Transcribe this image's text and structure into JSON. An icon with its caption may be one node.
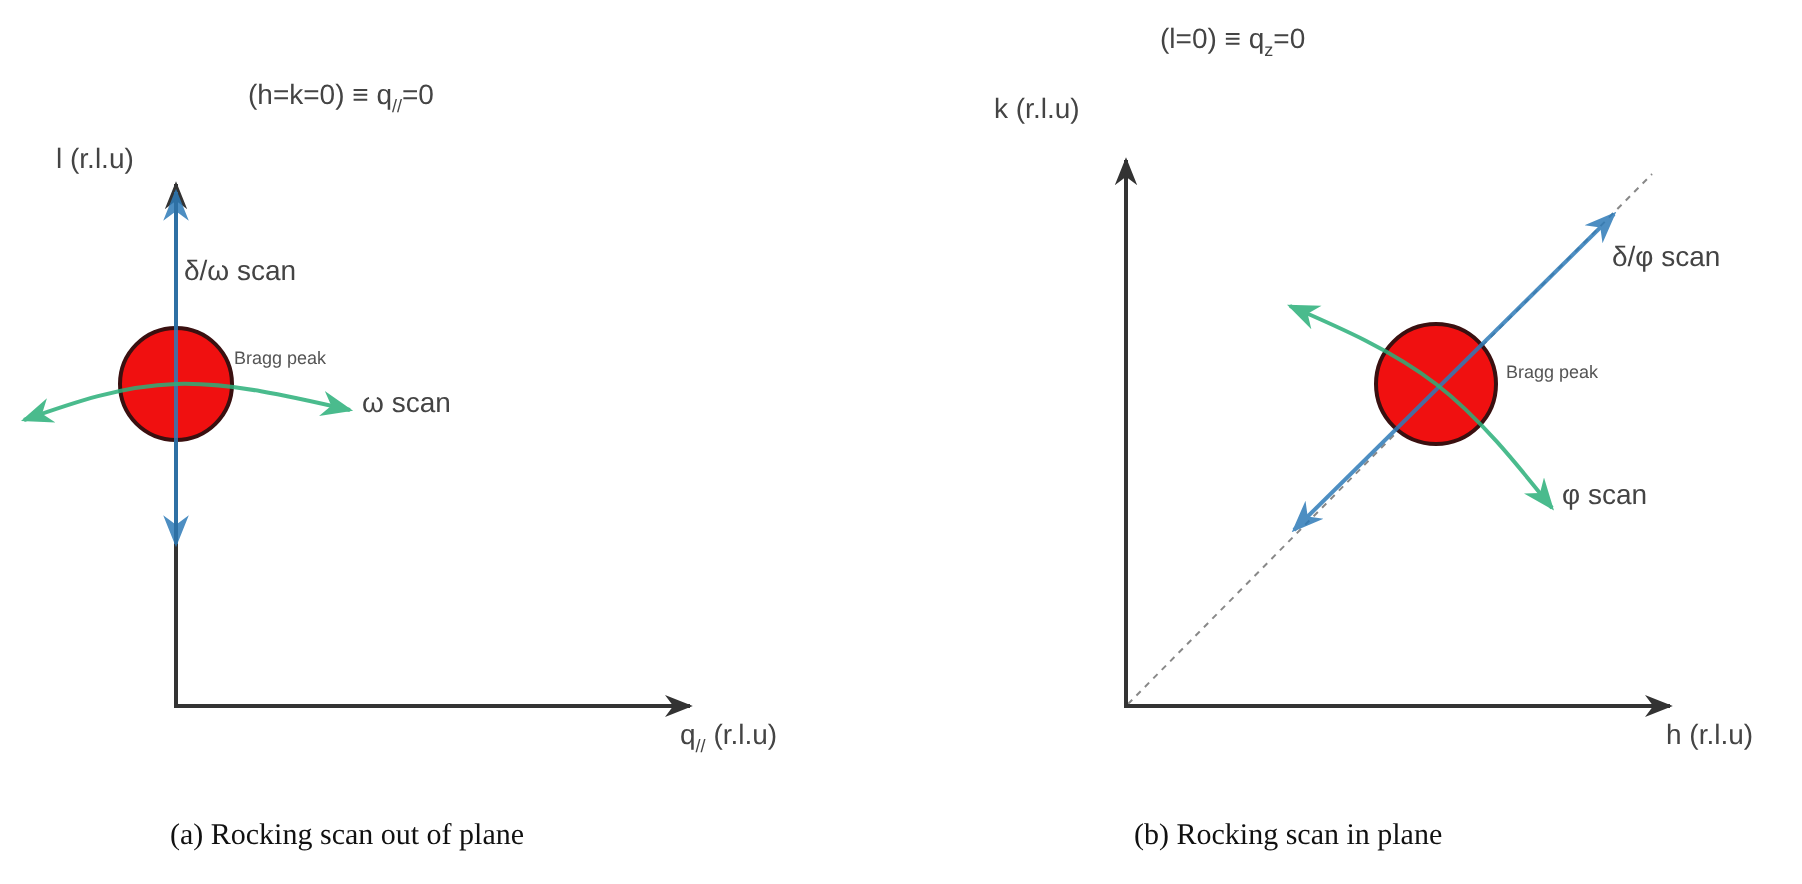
{
  "diagram": {
    "labels": [
      "(h=k=0) ≡ q$_{//}$=0",
      "l (r.l.u)",
      "δ/ω scan",
      "Bragg peak",
      "ω scan",
      "q$_{//}$ (r.l.u)",
      "(a) Rocking scan out of plane",
      "(l=0) ≡ q$_{z}$=0",
      "k (r.l.u)",
      "δ/φ scan",
      "Bragg peak",
      "φ scan",
      "h (r.l.u)",
      "(b) Rocking scan in plane"
    ]
  }
}
